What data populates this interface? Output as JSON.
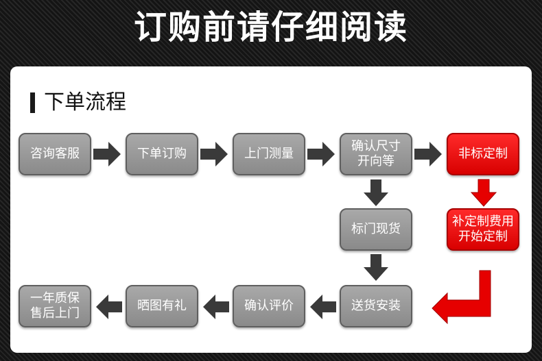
{
  "title": "订购前请仔细阅读",
  "section_title": "下单流程",
  "colors": {
    "normal_box": "#9a9a9a",
    "highlight_box": "#e60000",
    "arrow_dark": "#3a3a3a",
    "arrow_red": "#e60000"
  },
  "steps": {
    "consult": "咨询客服",
    "order": "下单订购",
    "measure": "上门测量",
    "confirm_size": "确认尺寸\n开向等",
    "custom": "非标定制",
    "stock": "标门现货",
    "custom_fee": "补定制费用\n开始定制",
    "delivery": "送货安装",
    "review": "确认评价",
    "share": "晒图有礼",
    "warranty": "一年质保\n售后上门"
  }
}
